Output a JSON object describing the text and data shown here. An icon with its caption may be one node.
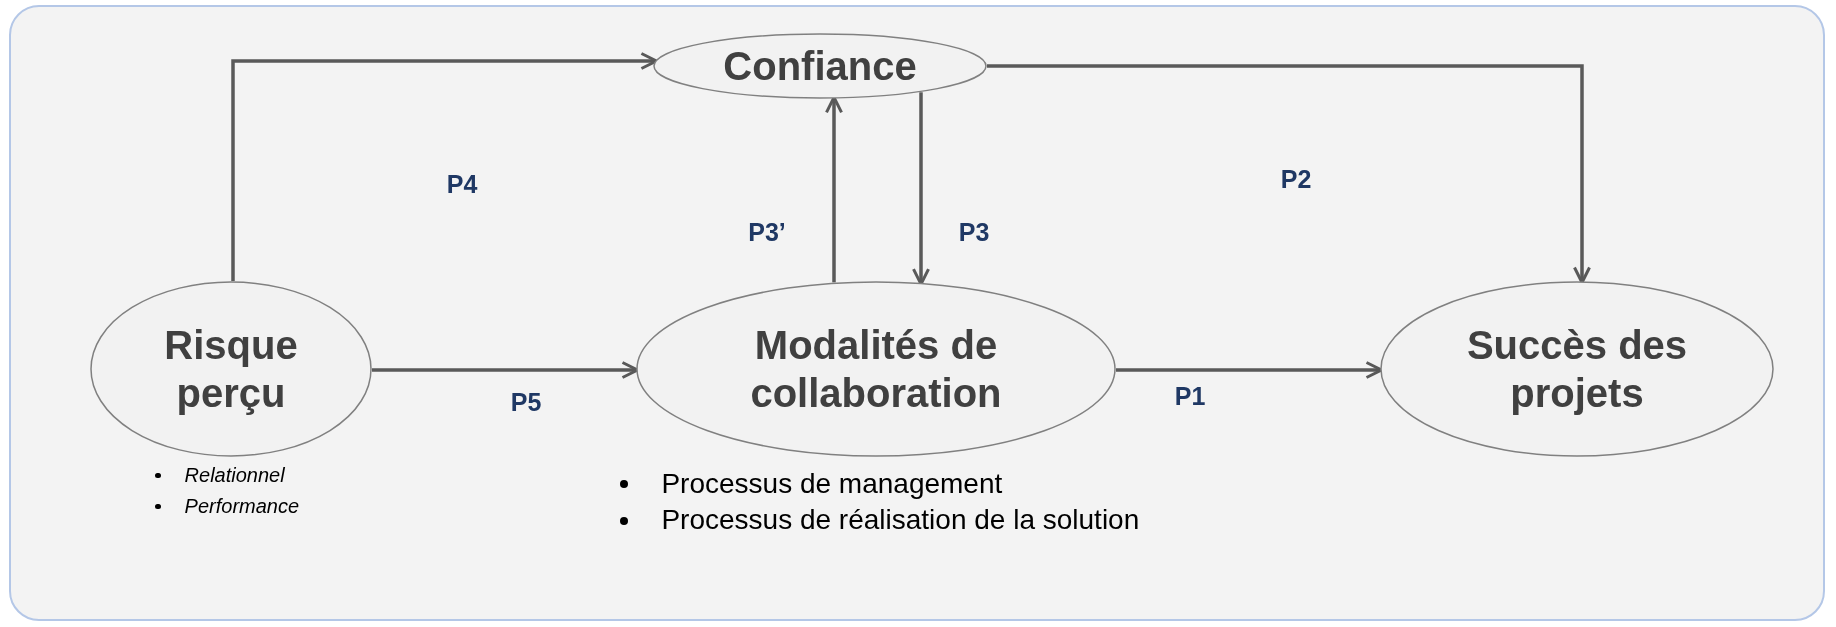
{
  "diagram": {
    "nodes": [
      {
        "text": [
          "Confiance"
        ]
      },
      {
        "text": [
          "Risque perçu"
        ],
        "beside": [
          "Relationnel",
          "Performance"
        ]
      },
      {
        "text": [
          "Modalités de collaboration"
        ],
        "beside": [
          "Processus de management",
          "Processus de réalisation de la solution"
        ]
      },
      {
        "text": [
          "Succès des projets"
        ]
      }
    ],
    "edges": [
      {
        "from": 1,
        "to": 0,
        "arrow": "to",
        "label": "P4"
      },
      {
        "from": 0,
        "to": 3,
        "arrow": "to",
        "label": "P2"
      },
      {
        "from": 2,
        "to": 0,
        "arrow": "to",
        "label": "P3’"
      },
      {
        "from": 0,
        "to": 2,
        "arrow": "to",
        "label": "P3"
      },
      {
        "from": 1,
        "to": 2,
        "arrow": "to",
        "label": "P5"
      },
      {
        "from": 2,
        "to": 3,
        "arrow": "to",
        "label": "P1"
      }
    ]
  }
}
